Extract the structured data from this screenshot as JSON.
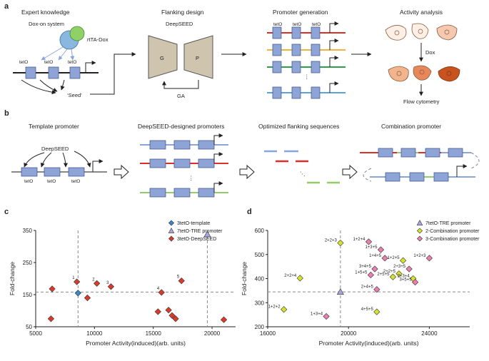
{
  "panel_a": {
    "label": "a",
    "expert_title": "Expert knowledge",
    "dox_on_system": "Dox-on system",
    "rtta_dox": "rtTA-Dox",
    "teto_labels": [
      "tetO",
      "tetO",
      "tetO"
    ],
    "seed": "‘Seed’",
    "flanking_title": "Flanking design",
    "deepseed": "DeepSEED",
    "g": "G",
    "p": "P",
    "ga": "GA",
    "promoter_title": "Promoter generation",
    "gen_teto_labels": [
      "tetO",
      "tetO",
      "tetO"
    ],
    "vdots": "⋮",
    "activity_title": "Activity analysis",
    "dox": "Dox",
    "flow": "Flow cytometry"
  },
  "panel_b": {
    "label": "b",
    "template_title": "Template promoter",
    "deepseed": "DeepSEED",
    "teto_labels": [
      "tetO",
      "tetO",
      "tetO"
    ],
    "designed_title": "DeepSEED-designed promoters",
    "vdots": "⋮",
    "optimized_title": "Optimized flanking sequences",
    "ddots": "⋱",
    "combination_title": "Combination promoter"
  },
  "chart_data": [
    {
      "panel": "c",
      "type": "scatter",
      "xlabel": "Promoter Activity(induced)(arb. units)",
      "ylabel": "Fold-change",
      "xlim": [
        5000,
        22000
      ],
      "ylim": [
        50,
        350
      ],
      "xticks": [
        "5000",
        "10000",
        "15000",
        "20000"
      ],
      "yticks": [
        "50",
        "150",
        "250",
        "350"
      ],
      "ref_lines": {
        "x": [
          8600,
          19600
        ],
        "y": [
          158
        ]
      },
      "legend_position": "top-right",
      "series": [
        {
          "name": "3tetO-template",
          "marker": "diamond",
          "color": "#3b86c6",
          "points": [
            [
              8600,
              155
            ]
          ]
        },
        {
          "name": "7tetO-TRE promoter",
          "marker": "triangle",
          "color": "#a6a6dd",
          "points": [
            [
              19600,
              338
            ]
          ]
        },
        {
          "name": "3tetO-DeepSEED",
          "marker": "diamond",
          "color": "#d93a2a",
          "points": [
            [
              6400,
              168
            ],
            [
              6300,
              75
            ],
            [
              8500,
              190
            ],
            [
              9400,
              140
            ],
            [
              10200,
              185
            ],
            [
              11400,
              175
            ],
            [
              15700,
              157
            ],
            [
              15400,
              97
            ],
            [
              16300,
              102
            ],
            [
              16600,
              85
            ],
            [
              16900,
              75
            ],
            [
              17400,
              193
            ],
            [
              21000,
              72
            ]
          ],
          "labels": [
            "",
            "",
            "1",
            "",
            "2",
            "3",
            "4",
            "",
            "",
            "",
            "",
            "5",
            ""
          ]
        }
      ]
    },
    {
      "panel": "d",
      "type": "scatter",
      "xlabel": "Promoter Activity(induced)(arb. units)",
      "ylabel": "Fold-change",
      "xlim": [
        16000,
        26000
      ],
      "ylim": [
        200,
        600
      ],
      "xticks": [
        "16000",
        "20000",
        "24000"
      ],
      "yticks": [
        "200",
        "300",
        "400",
        "500",
        "600"
      ],
      "ref_lines": {
        "x": [
          19600
        ],
        "y": [
          345
        ]
      },
      "legend_position": "top-right",
      "series": [
        {
          "name": "7tetO-TRE promoter",
          "marker": "triangle",
          "color": "#a6a6dd",
          "points": [
            [
              19600,
              345
            ]
          ]
        },
        {
          "name": "2-Combination promoter",
          "marker": "diamond",
          "color": "#d6e12a",
          "points": [
            [
              19600,
              548
            ],
            [
              16800,
              272
            ],
            [
              17600,
              402
            ],
            [
              21400,
              262
            ],
            [
              22200,
              407
            ],
            [
              22500,
              420
            ],
            [
              22700,
              475
            ],
            [
              23200,
              400
            ]
          ],
          "labels": [
            "2+2+3",
            "1+2+2",
            "2+2+4",
            "4+5+5",
            "2+5+5",
            "2+2+5",
            "1+2+5",
            "2+3+4"
          ]
        }
      ]
    },
    {
      "panel": "d",
      "type": "scatter",
      "series": [
        {
          "name": "3-Combination promoter",
          "marker": "diamond",
          "color": "#e87fae",
          "points": [
            [
              18900,
              243
            ],
            [
              21000,
              553
            ],
            [
              21600,
              520
            ],
            [
              21800,
              485
            ],
            [
              21300,
              440
            ],
            [
              21100,
              415
            ],
            [
              21400,
              355
            ],
            [
              23000,
              440
            ],
            [
              23300,
              385
            ],
            [
              24000,
              485
            ]
          ],
          "labels": [
            "1+3+4",
            "1+2+4",
            "1+3+5",
            "1+4+5",
            "3+4+5",
            "1+5+5",
            "2+4+5",
            "2+3+5",
            "3+5+5",
            "1+2+3"
          ]
        }
      ]
    }
  ]
}
